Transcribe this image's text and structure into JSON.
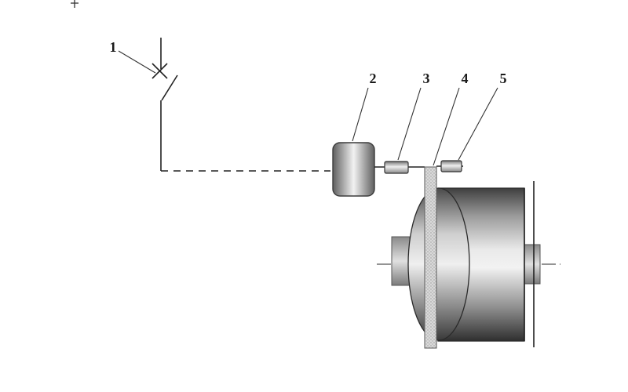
{
  "diagram": {
    "labels": [
      {
        "text": "1"
      },
      {
        "text": "2"
      },
      {
        "text": "3"
      },
      {
        "text": "4"
      },
      {
        "text": "5"
      }
    ],
    "colors": {
      "line": "#222222",
      "leader": "#333333",
      "drum_dark": "#3a3a3a",
      "drum_light": "#f0f0f0",
      "disc_fill": "#d9d9d9",
      "background": "#ffffff"
    }
  }
}
